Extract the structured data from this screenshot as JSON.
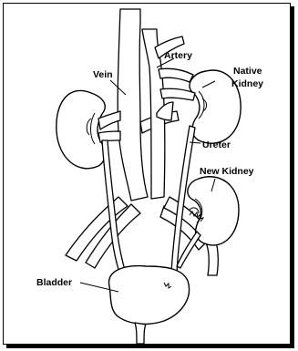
{
  "diagram": {
    "labels": {
      "artery": "Artery",
      "vein": "Vein",
      "native_kidney": [
        "Native",
        "Kidney"
      ],
      "ureter": "Ureter",
      "new_kidney": "New Kidney",
      "bladder": "Bladder"
    }
  }
}
